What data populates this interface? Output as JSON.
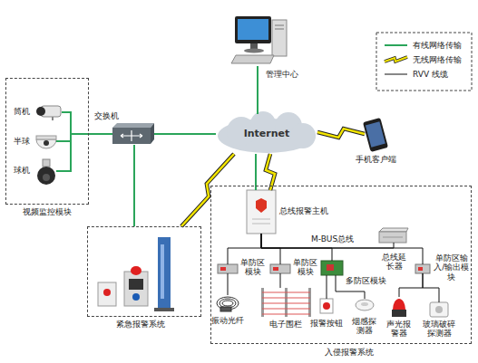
{
  "diagram": {
    "nodes": [
      {
        "text": [
          "管理中心"
        ]
      },
      {
        "text": [
          "Internet"
        ]
      },
      {
        "text": [
          "交换机"
        ]
      },
      {
        "text": [
          "视频监控模块"
        ]
      },
      {
        "text": [
          "筒机"
        ],
        "in": 3
      },
      {
        "text": [
          "半球"
        ],
        "in": 3
      },
      {
        "text": [
          "球机"
        ],
        "in": 3
      },
      {
        "text": [
          "手机客户端"
        ]
      },
      {
        "text": [
          "紧急报警系统"
        ]
      },
      {
        "text": [
          "入侵报警系统"
        ]
      },
      {
        "text": [
          "总线报警主机"
        ],
        "in": 9
      },
      {
        "text": [
          "单防区模块"
        ],
        "in": 9
      },
      {
        "text": [
          "单防区模块"
        ],
        "in": 9
      },
      {
        "text": [
          "多防区模块"
        ],
        "in": 9
      },
      {
        "text": [
          "总线延长器"
        ],
        "in": 9
      },
      {
        "text": [
          "单防区输入/输出模块"
        ],
        "in": 9
      },
      {
        "text": [
          "振动光纤"
        ],
        "in": 9
      },
      {
        "text": [
          "电子围栏"
        ],
        "in": 9
      },
      {
        "text": [
          "报警按钮"
        ],
        "in": 9
      },
      {
        "text": [
          "烟感探测器"
        ],
        "in": 9
      },
      {
        "text": [
          "声光报警器"
        ],
        "in": 9
      },
      {
        "text": [
          "玻璃破碎探测器"
        ],
        "in": 9
      }
    ],
    "edges": [
      {
        "from": 0,
        "to": 1,
        "arrow": "none"
      },
      {
        "from": 2,
        "to": 1,
        "arrow": "none"
      },
      {
        "from": 4,
        "to": 2,
        "arrow": "none"
      },
      {
        "from": 5,
        "to": 2,
        "arrow": "none"
      },
      {
        "from": 6,
        "to": 2,
        "arrow": "none"
      },
      {
        "from": 2,
        "to": 8,
        "arrow": "none"
      },
      {
        "from": 1,
        "to": 8,
        "arrow": "none"
      },
      {
        "from": 1,
        "to": 7,
        "arrow": "none"
      },
      {
        "from": 1,
        "to": 10,
        "arrow": "none"
      },
      {
        "from": 1,
        "to": 10,
        "arrow": "none"
      },
      {
        "from": 10,
        "to": 11,
        "arrow": "none"
      },
      {
        "from": 10,
        "to": 12,
        "arrow": "none"
      },
      {
        "from": 10,
        "to": 13,
        "arrow": "none"
      },
      {
        "from": 10,
        "to": 14,
        "arrow": "none"
      },
      {
        "from": 10,
        "to": 15,
        "arrow": "none"
      },
      {
        "from": 11,
        "to": 16,
        "arrow": "none"
      },
      {
        "from": 12,
        "to": 17,
        "arrow": "none"
      },
      {
        "from": 13,
        "to": 18,
        "arrow": "none"
      },
      {
        "from": 13,
        "to": 19,
        "arrow": "none"
      },
      {
        "from": 15,
        "to": 20,
        "arrow": "none"
      },
      {
        "from": 15,
        "to": 21,
        "arrow": "none"
      }
    ],
    "labels": [
      "M-BUS总线"
    ],
    "legend": [
      {
        "text": "有线网络传输"
      },
      {
        "text": "无线网络传输"
      },
      {
        "text": "RVV 线缆"
      }
    ]
  }
}
